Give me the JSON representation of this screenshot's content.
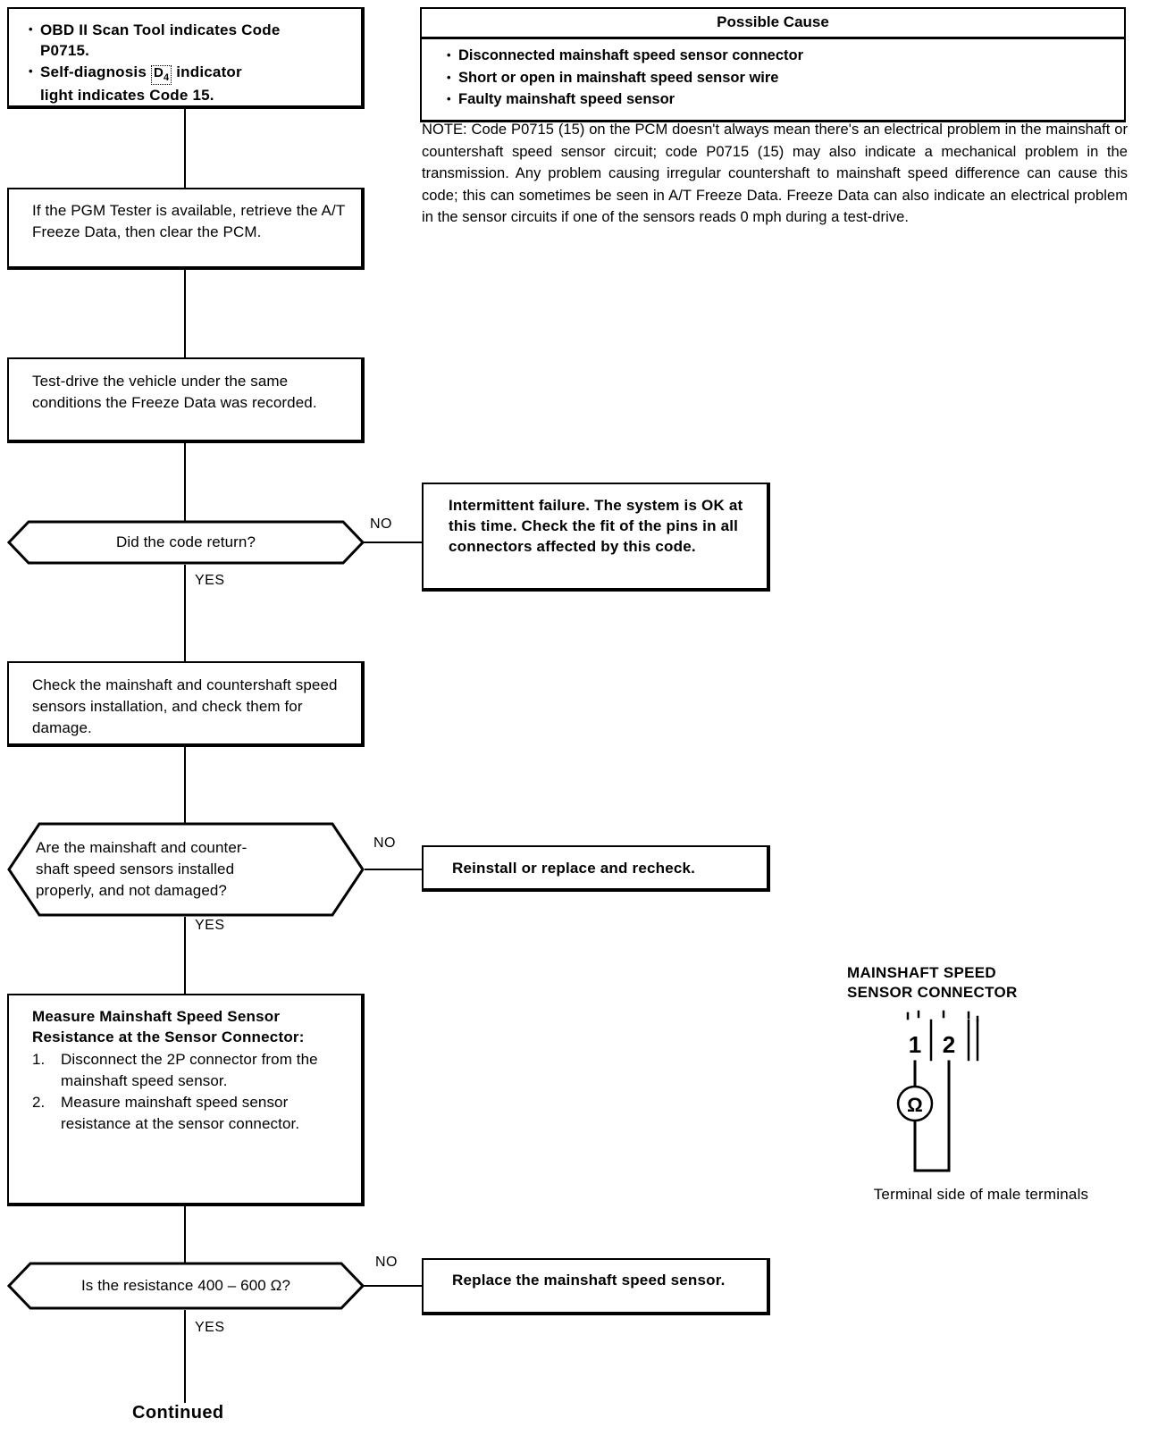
{
  "document": {
    "type": "troubleshooting-flowchart",
    "title": "Mainshaft Speed Sensor Circuit Troubleshooting (DTC P0715 / Code 15)"
  },
  "symptom_box": {
    "name": "symptom",
    "bullets": [
      "OBD II Scan Tool indicates Code P0715.",
      "Self-diagnosis D4 indicator light indicates Code 15."
    ],
    "bullet_1_line_1": "OBD II Scan Tool indicates Code",
    "bullet_1_line_2": "P0715.",
    "bullet_2_part_1": "Self-diagnosis",
    "bullet_2_indicator": "D",
    "bullet_2_indicator_sub": "4",
    "bullet_2_part_2": "indicator",
    "bullet_2_line_2": "light indicates Code 15."
  },
  "possible_cause": {
    "header": "Possible Cause",
    "items": [
      "Disconnected mainshaft speed sensor connector",
      "Short or open in mainshaft speed sensor wire",
      "Faulty mainshaft speed sensor"
    ]
  },
  "note": {
    "text": "NOTE: Code P0715 (15) on the PCM doesn't always mean there's an electrical problem in the mainshaft or countershaft speed sensor circuit; code P0715 (15) may also indicate a mechanical problem in the transmission. Any problem causing irregular countershaft to mainshaft speed difference can cause this code; this can sometimes be seen in A/T Freeze Data. Freeze Data can also indicate an electrical problem in the sensor circuits if one of the sensors reads 0 mph during a test-drive."
  },
  "steps": {
    "pgm_tester": "If the PGM Tester is available, retrieve the A/T Freeze Data, then clear the PCM.",
    "test_drive": "Test-drive the vehicle under the same conditions the Freeze Data was recorded.",
    "check_sensors": "Check the mainshaft and countershaft speed sensors installation, and check them for damage.",
    "measure_heading": "Measure Mainshaft Speed Sensor Resistance at the Sensor Connector:",
    "measure_step_1_num": "1.",
    "measure_step_1": "Disconnect the 2P connector from the mainshaft speed sensor.",
    "measure_step_2_num": "2.",
    "measure_step_2": "Measure mainshaft speed sensor resistance at the sensor connector."
  },
  "decisions": {
    "code_return": "Did the code return?",
    "sensors_installed_line_1": "Are the mainshaft and counter-",
    "sensors_installed_line_2": "shaft speed sensors installed",
    "sensors_installed_line_3": "properly, and not damaged?",
    "resistance": "Is the resistance 400 – 600 Ω?"
  },
  "branch_labels": {
    "no": "NO",
    "yes": "YES"
  },
  "outcomes": {
    "intermittent": "Intermittent failure. The system is OK at this time. Check the fit of the pins in all connectors affected by this code.",
    "reinstall": "Reinstall or replace and recheck.",
    "replace_sensor": "Replace the mainshaft speed sensor."
  },
  "connector_figure": {
    "title_line_1": "MAINSHAFT SPEED",
    "title_line_2": "SENSOR CONNECTOR",
    "terminal_1": "1",
    "terminal_2": "2",
    "meter_symbol": "Ω",
    "caption": "Terminal side of male terminals"
  },
  "footer": {
    "continued": "Continued"
  },
  "colors": {
    "ink": "#000000",
    "paper": "#ffffff"
  }
}
